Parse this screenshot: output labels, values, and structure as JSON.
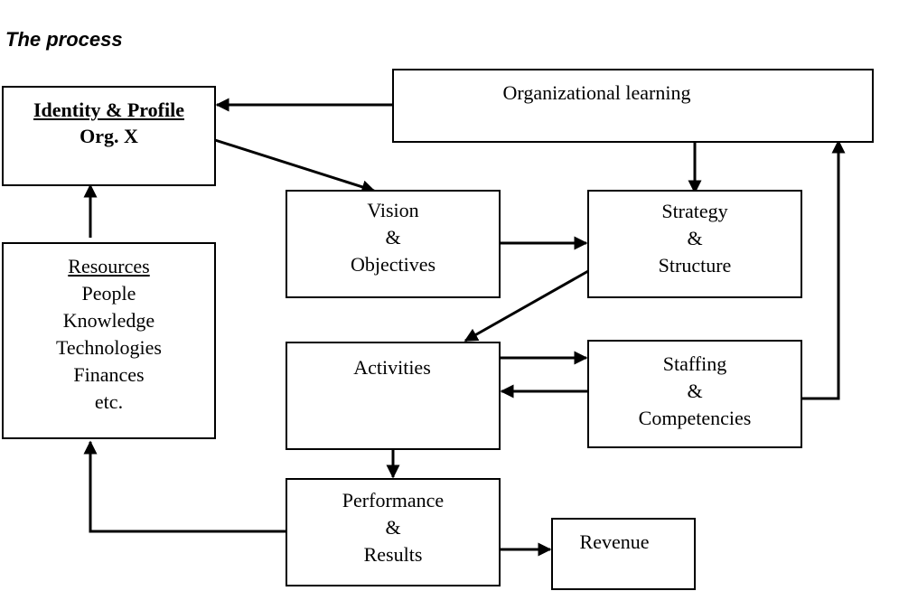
{
  "title": "The process",
  "nodes": {
    "identity": {
      "heading": "Identity & Profile",
      "sub": "Org. X"
    },
    "learning": {
      "label": "Organizational learning"
    },
    "vision": {
      "lines": [
        "Vision",
        "&",
        "Objectives"
      ]
    },
    "strategy": {
      "lines": [
        "Strategy",
        "&",
        "Structure"
      ]
    },
    "resources": {
      "heading": "Resources",
      "lines": [
        "People",
        "Knowledge",
        "Technologies",
        "Finances",
        "etc."
      ]
    },
    "activities": {
      "label": "Activities"
    },
    "staffing": {
      "lines": [
        "Staffing",
        "&",
        "Competencies"
      ]
    },
    "performance": {
      "lines": [
        "Performance",
        "&",
        "Results"
      ]
    },
    "revenue": {
      "label": "Revenue"
    }
  }
}
